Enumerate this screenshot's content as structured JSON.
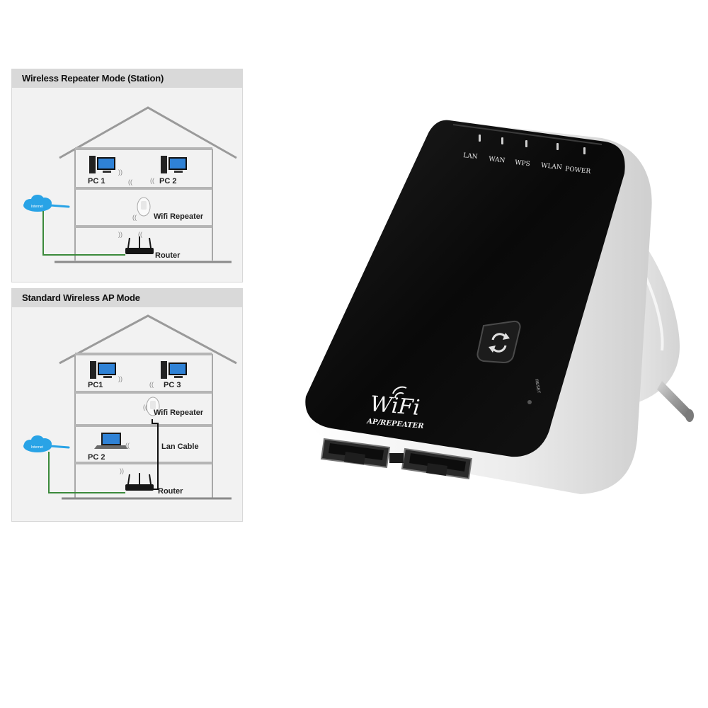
{
  "diagram_1": {
    "title": "Wireless Repeater Mode (Station)",
    "cloud_label": "Internet",
    "pc1_label": "PC 1",
    "pc2_label": "PC 2",
    "repeater_label": "Wifi Repeater",
    "router_label": "Router"
  },
  "diagram_2": {
    "title": "Standard Wireless AP Mode",
    "cloud_label": "Internet",
    "pc1_label": "PC1",
    "pc3_label": "PC 3",
    "repeater_label": "Wifi Repeater",
    "laptop_label": "PC 2",
    "cable_label": "Lan Cable",
    "router_label": "Router"
  },
  "device": {
    "leds": [
      "LAN",
      "WAN",
      "WPS",
      "WLAN",
      "POWER"
    ],
    "brand": "WiFi",
    "subtitle": "AP/REPEATER",
    "reset_label": "RESET"
  },
  "colors": {
    "diagram_background": "#f2f2f2",
    "title_bar": "#d9d9d9",
    "cloud": "#29a3e6",
    "ground_line": "#3b8a3b",
    "device_body": "#0c0c0c",
    "device_shell": "#f0f0f0"
  }
}
